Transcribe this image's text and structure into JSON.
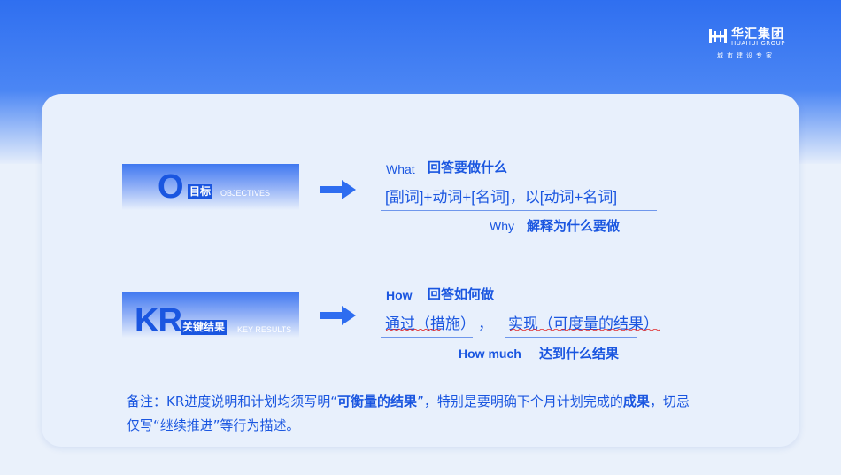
{
  "logo": {
    "name": "华汇集团",
    "name_en": "HUAHUI GROUP",
    "tagline": "城市建设专家"
  },
  "objective": {
    "letter": "O",
    "tag": "目标",
    "en": "OBJECTIVES",
    "what_en": "What",
    "what_cn": "回答要做什么",
    "formula": "[副词]+动词+[名词]，以[动词+名词]",
    "why_en": "Why",
    "why_cn": "解释为什么要做"
  },
  "key_results": {
    "letter": "KR",
    "tag": "关键结果",
    "en": "KEY RESULTS",
    "how_en": "How",
    "how_cn": "回答如何做",
    "text_a": "通过（措施）",
    "sep": "，",
    "text_b": "实现（可度量的结果）",
    "howmuch_en": "How much",
    "howmuch_cn": "达到什么结果"
  },
  "note": {
    "part1": "备注：KR进度说明和计划均须写明“",
    "bold1": "可衡量的结果",
    "part2": "”，特别是要明确下个月计划完成的",
    "bold2": "成果",
    "part3": "，切忌仅写“继续推进”等行为描述。"
  },
  "colors": {
    "primary": "#1a56e0",
    "background": "#eaf1fb",
    "header": "#2e6df0"
  }
}
